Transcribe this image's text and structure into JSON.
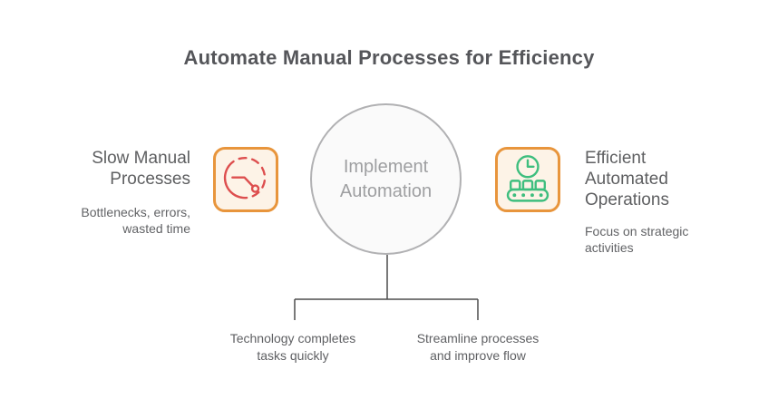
{
  "title": "Automate Manual Processes for Efficiency",
  "left_item": {
    "heading": "Slow Manual Processes",
    "description": "Bottlenecks, errors, wasted time",
    "icon": "slow-clock-icon"
  },
  "center_node": {
    "label": "Implement Automation"
  },
  "right_item": {
    "heading": "Efficient Automated Operations",
    "description": "Focus on strategic activities",
    "icon": "conveyor-belt-clock-icon"
  },
  "branches": [
    {
      "label": "Technology completes tasks quickly"
    },
    {
      "label": "Streamline processes and improve flow"
    }
  ],
  "colors": {
    "title_text": "#55565a",
    "heading_text": "#5e5f61",
    "subtext_text": "#626366",
    "center_text": "#9e9fa1",
    "icon_border_orange": "#e8953c",
    "icon_bg_cream": "#fdf3e7",
    "slow_icon_red": "#dd4e4e",
    "efficient_icon_green": "#3ebe7e",
    "node_fill": "#fafafa",
    "node_border": "#b1b1b3",
    "connector_line": "#4d4d4d"
  }
}
